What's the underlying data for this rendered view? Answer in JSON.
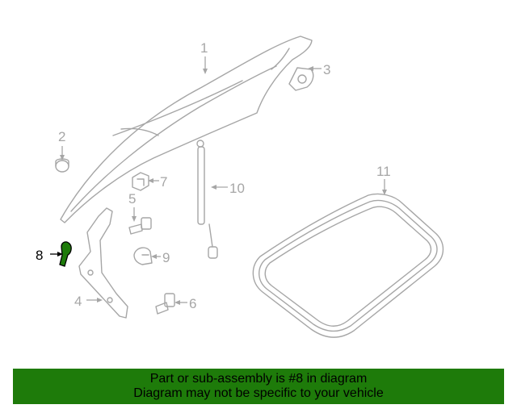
{
  "diagram": {
    "highlight_color": "#1e7b0a",
    "callouts": [
      {
        "id": "1",
        "label": "1"
      },
      {
        "id": "2",
        "label": "2"
      },
      {
        "id": "3",
        "label": "3"
      },
      {
        "id": "4",
        "label": "4"
      },
      {
        "id": "5",
        "label": "5"
      },
      {
        "id": "6",
        "label": "6"
      },
      {
        "id": "7",
        "label": "7"
      },
      {
        "id": "8",
        "label": "8"
      },
      {
        "id": "9",
        "label": "9"
      },
      {
        "id": "10",
        "label": "10"
      },
      {
        "id": "11",
        "label": "11"
      }
    ],
    "selected_part": "8"
  },
  "banner": {
    "line1": "Part or sub-assembly is #8 in diagram",
    "line2": "Diagram may not be specific to your vehicle",
    "background": "#1e7b0a"
  }
}
